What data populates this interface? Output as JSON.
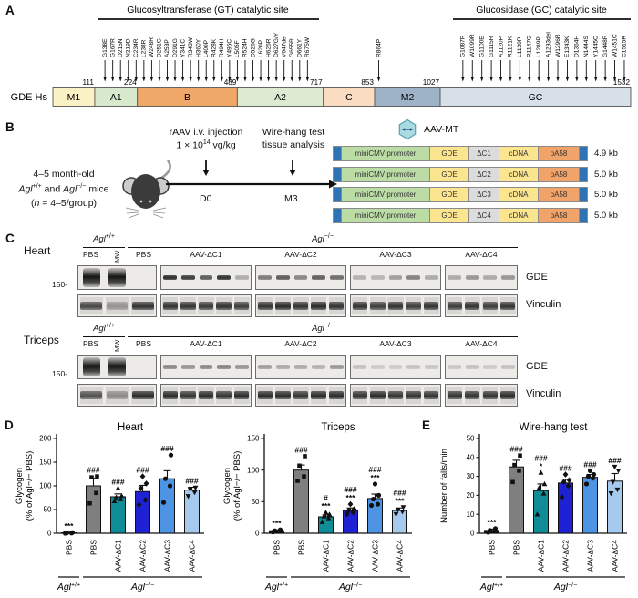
{
  "figure": {
    "panelA": {
      "label": "A",
      "protein": "GDE Hs",
      "gt_site": "Glucosyltransferase (GT) catalytic site",
      "gc_site": "Glucosidase (GC) catalytic site",
      "gt_mutations": [
        "G138E",
        "G167R",
        "D215N",
        "N219D",
        "C234R",
        "L238R",
        "W248R",
        "D251G",
        "A253P",
        "D291G",
        "Y341C",
        "R343W",
        "H360Y",
        "L400P",
        "R428K",
        "R494H",
        "Y495C",
        "L505F",
        "R524H",
        "D526G",
        "L620P",
        "H626R",
        "D627G/Y",
        "V647del",
        "G655R",
        "D661Y",
        "R675W"
      ],
      "mid_mutation": "R864P",
      "gc_mutations": [
        "G1087R",
        "W1099R",
        "G1100E",
        "G1115R",
        "A1120P",
        "R1121K",
        "L1139P",
        "R1147G",
        "L1289P",
        "A1293del",
        "W1296R",
        "E1343K",
        "D1364H",
        "N1444S",
        "Y1445C",
        "G1448R",
        "W1451C",
        "C1515R"
      ],
      "boundaries": [
        111,
        224,
        489,
        717,
        853,
        1027,
        1532
      ],
      "domains": [
        {
          "name": "M1",
          "start": 0,
          "end": 111,
          "color": "#faf1c4"
        },
        {
          "name": "A1",
          "start": 111,
          "end": 224,
          "color": "#d8e9ce"
        },
        {
          "name": "B",
          "start": 224,
          "end": 489,
          "color": "#f0a868"
        },
        {
          "name": "A2",
          "start": 489,
          "end": 717,
          "color": "#ddebd2"
        },
        {
          "name": "C",
          "start": 717,
          "end": 853,
          "color": "#fadcc2"
        },
        {
          "name": "M2",
          "start": 853,
          "end": 1027,
          "color": "#9fb3c8"
        },
        {
          "name": "GC",
          "start": 1027,
          "end": 1532,
          "color": "#d7dfe9"
        }
      ]
    },
    "panelB": {
      "label": "B",
      "subject": {
        "line1": "4–5 month-old",
        "agl": "Agl",
        "wt_sup": "+/+",
        "and": " and ",
        "agl2": "Agl",
        "ko_sup": "−/−",
        "mice": " mice",
        "l3pre": "(",
        "n": "n",
        "l3post": " = 4–5/group)"
      },
      "timeline": {
        "inj1": "rAAV i.v. injection",
        "inj2pre": "1 × 10",
        "inj2sup": "14",
        "inj2post": " vg/kg",
        "test1": "Wire-hang test",
        "test2": "tissue analysis",
        "t0": "D0",
        "t1": "M3"
      },
      "constructs": {
        "header": "AAV-MT",
        "promoter": "miniCMV promoter",
        "gde": "GDE",
        "cdna": "cDNA",
        "pa": "pA58",
        "variants": [
          {
            "dc": "ΔC1",
            "size": "4.9 kb"
          },
          {
            "dc": "ΔC2",
            "size": "5.0 kb"
          },
          {
            "dc": "ΔC3",
            "size": "5.0 kb"
          },
          {
            "dc": "ΔC4",
            "size": "5.0 kb"
          }
        ],
        "colors": {
          "itr": "#2e74b5",
          "promoter": "#bcdca6",
          "gene": "#fce58f",
          "dc": "#dcdcdc",
          "pa": "#f2a369"
        }
      }
    },
    "panelC": {
      "label": "C",
      "wt": {
        "base": "Agl",
        "sup": "+/+"
      },
      "ko": {
        "base": "Agl",
        "sup": "−/−"
      },
      "first_lanes": [
        "PBS",
        "MW",
        "PBS"
      ],
      "groups": [
        "AAV-ΔC1",
        "AAV-ΔC2",
        "AAV-ΔC3",
        "AAV-ΔC4"
      ],
      "marker": "150-",
      "row_labels": [
        "GDE",
        "Vinculin"
      ],
      "tissues": [
        {
          "name": "Heart",
          "gde": {
            "wt": 0.9,
            "ko": 0,
            "groups": [
              [
                0.92,
                0.85,
                0.7,
                0.9,
                0.3
              ],
              [
                0.55,
                0.7,
                0.5,
                0.68,
                0.62
              ],
              [
                0.28,
                0.26,
                0.38,
                0.52,
                0.32
              ],
              [
                0.32,
                0.42,
                0.32,
                0.42
              ]
            ]
          },
          "vinculin": {
            "wt": 0.75,
            "mw": 0.35,
            "ko": 0.85,
            "groups": [
              [
                0.85,
                0.85,
                0.82,
                0.85,
                0.8
              ],
              [
                0.85,
                0.9,
                0.85,
                0.9,
                0.85
              ],
              [
                0.85,
                0.8,
                0.85,
                0.8,
                0.85
              ],
              [
                0.8,
                0.85,
                0.8,
                0.85
              ]
            ]
          }
        },
        {
          "name": "Triceps",
          "gde": {
            "wt": 0.85,
            "ko": 0,
            "groups": [
              [
                0.48,
                0.42,
                0.48,
                0.5,
                0.42
              ],
              [
                0.38,
                0.32,
                0.32,
                0.28,
                0.4
              ],
              [
                0.2,
                0.16,
                0.16,
                0.2,
                0.18
              ],
              [
                0.18,
                0.2,
                0.16,
                0.2
              ]
            ]
          },
          "vinculin": {
            "wt": 0.7,
            "mw": 0.4,
            "ko": 0.9,
            "groups": [
              [
                0.9,
                0.85,
                0.9,
                0.85,
                0.9
              ],
              [
                0.9,
                0.9,
                0.85,
                0.9,
                0.9
              ],
              [
                0.85,
                0.9,
                0.85,
                0.85,
                0.85
              ],
              [
                0.85,
                0.85,
                0.85,
                0.9
              ]
            ]
          }
        }
      ]
    },
    "panelD_label": "D",
    "panelE_label": "E"
  },
  "chart_data": [
    {
      "type": "bar",
      "title": "Heart",
      "ylabel_lines": [
        "Glycogen",
        "(% of Agl−/− PBS)"
      ],
      "ylim": [
        0,
        200
      ],
      "yticks": [
        0,
        50,
        100,
        150,
        200
      ],
      "categories": [
        "PBS",
        "PBS",
        "AAV-ΔC1",
        "AAV-ΔC2",
        "AAV-ΔC3",
        "AAV-ΔC4"
      ],
      "values": [
        1,
        100,
        77,
        88,
        115,
        91
      ],
      "errors": [
        1,
        16,
        6,
        13,
        17,
        6
      ],
      "colors": [
        "#111111",
        "#7f7f7f",
        "#108c96",
        "#1e22d4",
        "#4d94e4",
        "#a6c9ee"
      ],
      "markers": [
        "circle",
        "square",
        "triangle",
        "diamond",
        "circle",
        "triangle-down"
      ],
      "points": [
        [
          0,
          0.5,
          1,
          1.5
        ],
        [
          63,
          85,
          118,
          120
        ],
        [
          68,
          72,
          76,
          79,
          95
        ],
        [
          60,
          70,
          95,
          105,
          120
        ],
        [
          65,
          100,
          115,
          165
        ],
        [
          78,
          86,
          93,
          96
        ]
      ],
      "annotations": [
        [
          "***"
        ],
        [
          "###"
        ],
        [
          "###"
        ],
        [
          "###"
        ],
        [
          "###"
        ],
        [
          "###"
        ]
      ],
      "groups": [
        {
          "base": "Agl",
          "sup": "+/+",
          "from": 0,
          "to": 0
        },
        {
          "base": "Agl",
          "sup": "−/−",
          "from": 1,
          "to": 5
        }
      ]
    },
    {
      "type": "bar",
      "title": "Triceps",
      "ylabel_lines": [
        "Glycogen",
        "(% of Agl−/− PBS)"
      ],
      "ylim": [
        0,
        150
      ],
      "yticks": [
        0,
        50,
        100,
        150
      ],
      "categories": [
        "PBS",
        "PBS",
        "AAV-ΔC1",
        "AAV-ΔC2",
        "AAV-ΔC3",
        "AAV-ΔC4"
      ],
      "values": [
        4,
        100,
        26,
        36,
        55,
        36
      ],
      "errors": [
        1.5,
        8,
        3,
        4,
        7,
        4
      ],
      "colors": [
        "#111111",
        "#7f7f7f",
        "#108c96",
        "#1e22d4",
        "#4d94e4",
        "#a6c9ee"
      ],
      "markers": [
        "circle",
        "square",
        "triangle",
        "diamond",
        "circle",
        "triangle-down"
      ],
      "points": [
        [
          2,
          3,
          4,
          5.5
        ],
        [
          83,
          90,
          107,
          122
        ],
        [
          18,
          24,
          27,
          30,
          33
        ],
        [
          30,
          33,
          36,
          38,
          46
        ],
        [
          44,
          46,
          54,
          60,
          78
        ],
        [
          30,
          34,
          37,
          41
        ]
      ],
      "annotations": [
        [
          "***"
        ],
        [
          "###"
        ],
        [
          "#",
          "***"
        ],
        [
          "###",
          "***"
        ],
        [
          "###",
          "***"
        ],
        [
          "###",
          "***"
        ]
      ],
      "groups": [
        {
          "base": "Agl",
          "sup": "+/+",
          "from": 0,
          "to": 0
        },
        {
          "base": "Agl",
          "sup": "−/−",
          "from": 1,
          "to": 5
        }
      ]
    },
    {
      "type": "bar",
      "title": "Wire-hang test",
      "ylabel_lines": [
        "Number of falls/min"
      ],
      "ylim": [
        0,
        50
      ],
      "yticks": [
        0,
        10,
        20,
        30,
        40,
        50
      ],
      "categories": [
        "PBS",
        "PBS",
        "AAV-ΔC1",
        "AAV-ΔC2",
        "AAV-ΔC3",
        "AAV-ΔC4"
      ],
      "values": [
        1.5,
        35,
        22.5,
        26.5,
        29.5,
        27.5
      ],
      "errors": [
        0.7,
        3.5,
        3.5,
        2,
        1.5,
        4
      ],
      "colors": [
        "#111111",
        "#7f7f7f",
        "#108c96",
        "#1e22d4",
        "#4d94e4",
        "#a6c9ee"
      ],
      "markers": [
        "circle",
        "square",
        "triangle",
        "diamond",
        "circle",
        "triangle-down"
      ],
      "points": [
        [
          0.5,
          1,
          1.5,
          2.5
        ],
        [
          27,
          33,
          36,
          41
        ],
        [
          10,
          21,
          24,
          26,
          32
        ],
        [
          19,
          25,
          27,
          28,
          31
        ],
        [
          26,
          29,
          30,
          31,
          33
        ],
        [
          21,
          23,
          27,
          33,
          35
        ]
      ],
      "annotations": [
        [
          "***"
        ],
        [
          "###"
        ],
        [
          "###",
          "*"
        ],
        [
          "###"
        ],
        [
          "###"
        ],
        [
          "###"
        ]
      ],
      "groups": [
        {
          "base": "Agl",
          "sup": "+/+",
          "from": 0,
          "to": 0
        },
        {
          "base": "Agl",
          "sup": "−/−",
          "from": 1,
          "to": 5
        }
      ]
    }
  ]
}
